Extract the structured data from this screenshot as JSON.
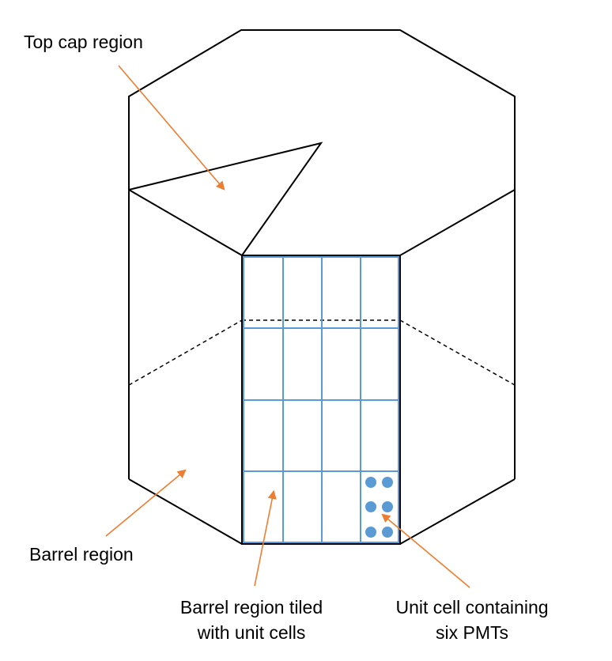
{
  "labels": {
    "top_cap": "Top cap region",
    "barrel": "Barrel region",
    "tiled_line1": "Barrel region tiled",
    "tiled_line2": "with unit cells",
    "unit_cell_line1": "Unit cell containing",
    "unit_cell_line2": "six PMTs"
  },
  "colors": {
    "outline": "#000000",
    "grid": "#5b9bd5",
    "pmt": "#5b9bd5",
    "arrow": "#ed7d31",
    "text": "#000000"
  }
}
